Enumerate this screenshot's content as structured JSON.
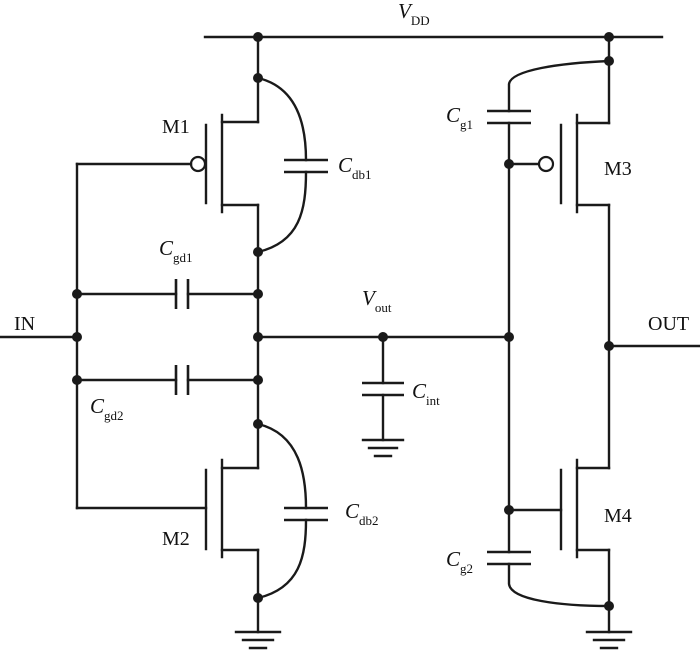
{
  "diagram": {
    "supply": {
      "main": "V",
      "sub": "DD"
    },
    "output_node": {
      "main": "V",
      "sub": "out"
    },
    "terminals": {
      "input": "IN",
      "output": "OUT"
    },
    "transistors": {
      "m1": "M1",
      "m2": "M2",
      "m3": "M3",
      "m4": "M4"
    },
    "capacitors": {
      "cdb1": {
        "main": "C",
        "sub": "db1"
      },
      "cgd1": {
        "main": "C",
        "sub": "gd1"
      },
      "cgd2": {
        "main": "C",
        "sub": "gd2"
      },
      "cdb2": {
        "main": "C",
        "sub": "db2"
      },
      "cint": {
        "main": "C",
        "sub": "int"
      },
      "cg1": {
        "main": "C",
        "sub": "g1"
      },
      "cg2": {
        "main": "C",
        "sub": "g2"
      }
    }
  }
}
